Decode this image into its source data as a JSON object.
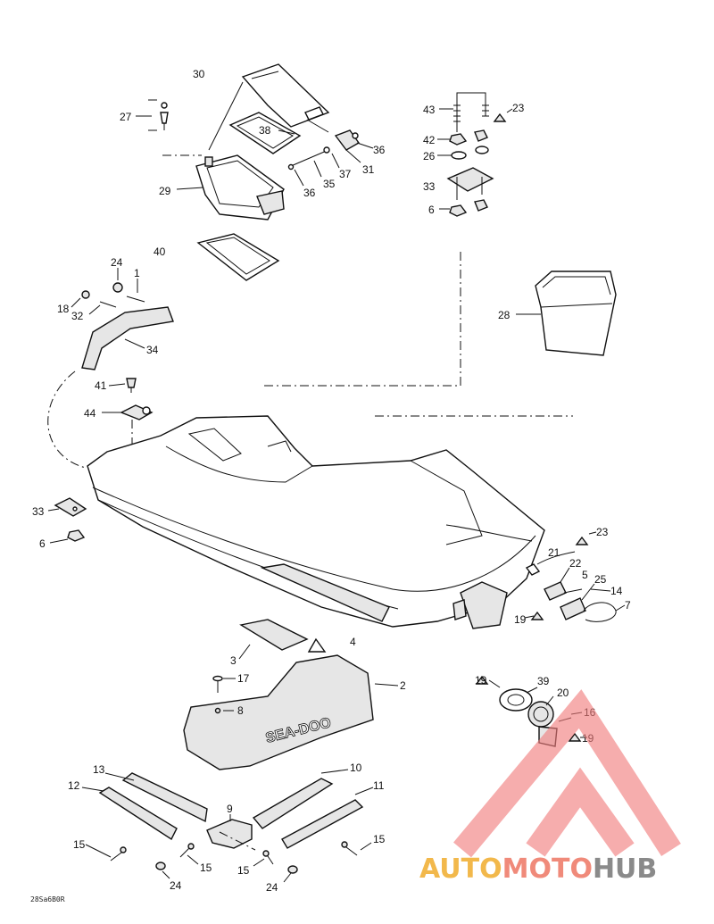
{
  "diagram": {
    "labels": [
      {
        "id": "30",
        "text": "30"
      },
      {
        "id": "27",
        "text": "27"
      },
      {
        "id": "38",
        "text": "38"
      },
      {
        "id": "36a",
        "text": "36"
      },
      {
        "id": "31",
        "text": "31"
      },
      {
        "id": "37",
        "text": "37"
      },
      {
        "id": "35",
        "text": "35"
      },
      {
        "id": "36b",
        "text": "36"
      },
      {
        "id": "29",
        "text": "29"
      },
      {
        "id": "40",
        "text": "40"
      },
      {
        "id": "43",
        "text": "43"
      },
      {
        "id": "23a",
        "text": "23"
      },
      {
        "id": "42",
        "text": "42"
      },
      {
        "id": "26",
        "text": "26"
      },
      {
        "id": "33a",
        "text": "33"
      },
      {
        "id": "6a",
        "text": "6"
      },
      {
        "id": "24a",
        "text": "24"
      },
      {
        "id": "1",
        "text": "1"
      },
      {
        "id": "18",
        "text": "18"
      },
      {
        "id": "32",
        "text": "32"
      },
      {
        "id": "34",
        "text": "34"
      },
      {
        "id": "28",
        "text": "28"
      },
      {
        "id": "41",
        "text": "41"
      },
      {
        "id": "44",
        "text": "44"
      },
      {
        "id": "33b",
        "text": "33"
      },
      {
        "id": "6b",
        "text": "6"
      },
      {
        "id": "23b",
        "text": "23"
      },
      {
        "id": "21",
        "text": "21"
      },
      {
        "id": "22",
        "text": "22"
      },
      {
        "id": "5",
        "text": "5"
      },
      {
        "id": "25",
        "text": "25"
      },
      {
        "id": "14",
        "text": "14"
      },
      {
        "id": "7",
        "text": "7"
      },
      {
        "id": "19a",
        "text": "19"
      },
      {
        "id": "3",
        "text": "3"
      },
      {
        "id": "4",
        "text": "4"
      },
      {
        "id": "2",
        "text": "2"
      },
      {
        "id": "17",
        "text": "17"
      },
      {
        "id": "8",
        "text": "8"
      },
      {
        "id": "19b",
        "text": "19"
      },
      {
        "id": "39",
        "text": "39"
      },
      {
        "id": "20",
        "text": "20"
      },
      {
        "id": "16",
        "text": "16"
      },
      {
        "id": "19c",
        "text": "19"
      },
      {
        "id": "13",
        "text": "13"
      },
      {
        "id": "10",
        "text": "10"
      },
      {
        "id": "12",
        "text": "12"
      },
      {
        "id": "11",
        "text": "11"
      },
      {
        "id": "9",
        "text": "9"
      },
      {
        "id": "15a",
        "text": "15"
      },
      {
        "id": "15b",
        "text": "15"
      },
      {
        "id": "15c",
        "text": "15"
      },
      {
        "id": "15d",
        "text": "15"
      },
      {
        "id": "24b",
        "text": "24"
      },
      {
        "id": "24c",
        "text": "24"
      }
    ],
    "hull_decal_text": "SEA-DOO",
    "drawing_code": "28Sa6B0R"
  },
  "watermark": {
    "brand_part1": "AUTO",
    "brand_part2": "MOTO",
    "brand_part3": "HUB",
    "colors": {
      "part1": "#f2b84b",
      "part2": "#f08a7a",
      "part3": "#8a8a8a",
      "triangle": "#f07b7b"
    }
  }
}
